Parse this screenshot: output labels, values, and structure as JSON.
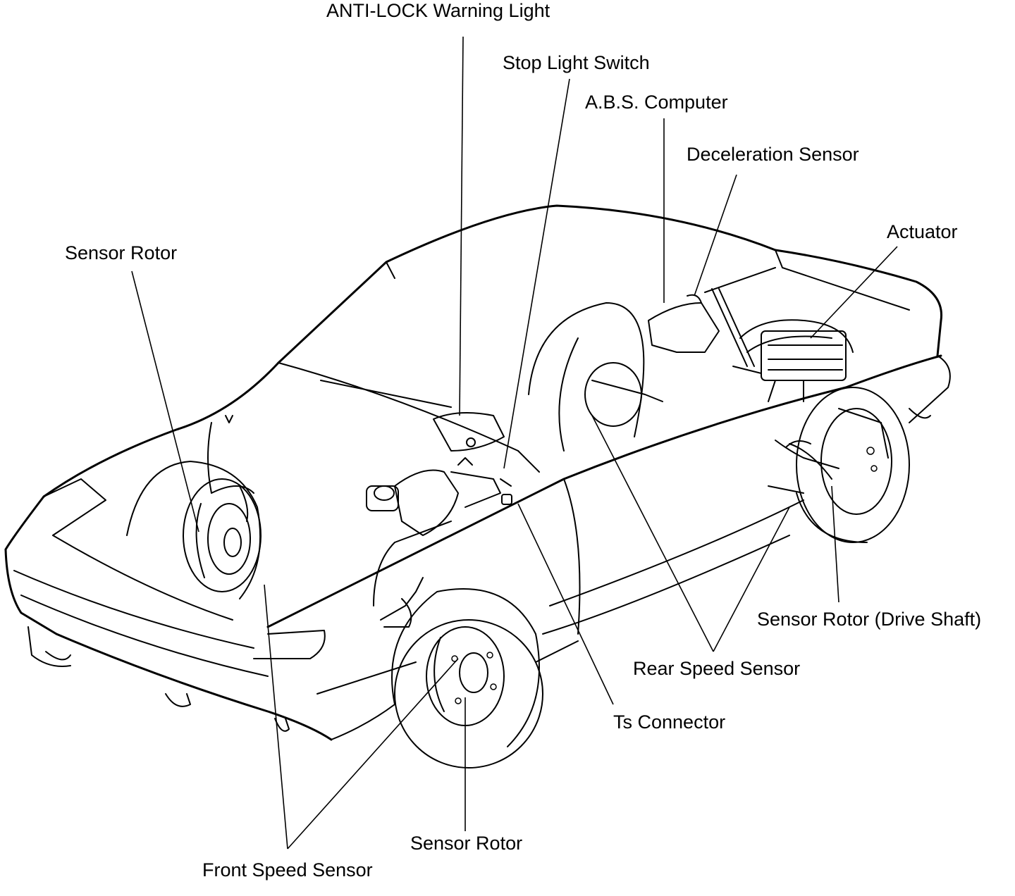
{
  "labels": {
    "anti_lock_warning_light": "ANTI-LOCK Warning Light",
    "stop_light_switch": "Stop Light Switch",
    "abs_computer": "A.B.S. Computer",
    "deceleration_sensor": "Deceleration Sensor",
    "actuator": "Actuator",
    "sensor_rotor_left": "Sensor Rotor",
    "sensor_rotor_drive_shaft": "Sensor Rotor (Drive Shaft)",
    "rear_speed_sensor": "Rear Speed Sensor",
    "ts_connector": "Ts Connector",
    "sensor_rotor_bottom": "Sensor Rotor",
    "front_speed_sensor": "Front Speed Sensor"
  }
}
